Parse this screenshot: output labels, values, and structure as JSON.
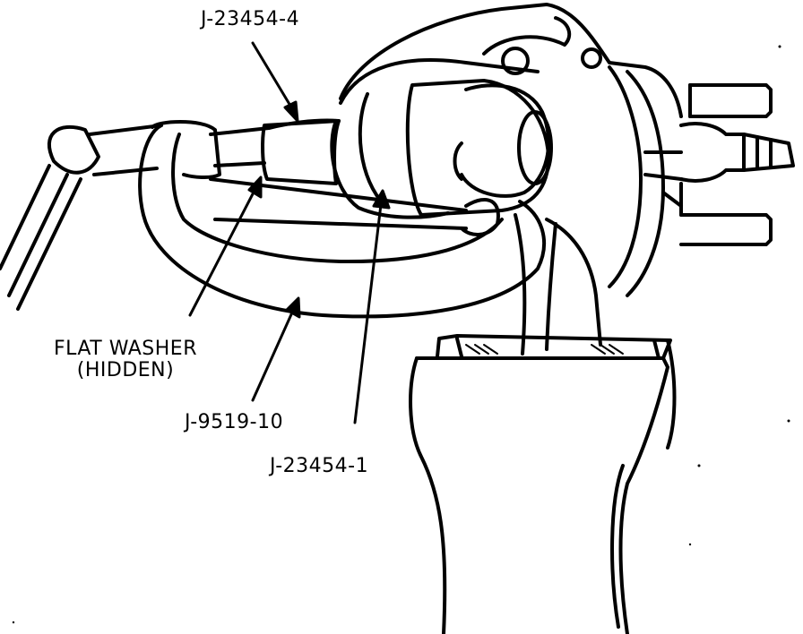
{
  "labels": {
    "spreader_tool": "J-23454-4",
    "washer_line1": "FLAT WASHER",
    "washer_line2": "(HIDDEN)",
    "c_clamp": "J-9519-10",
    "receiver_cup": "J-23454-1"
  },
  "colors": {
    "ink": "#000000",
    "paper": "#ffffff"
  }
}
